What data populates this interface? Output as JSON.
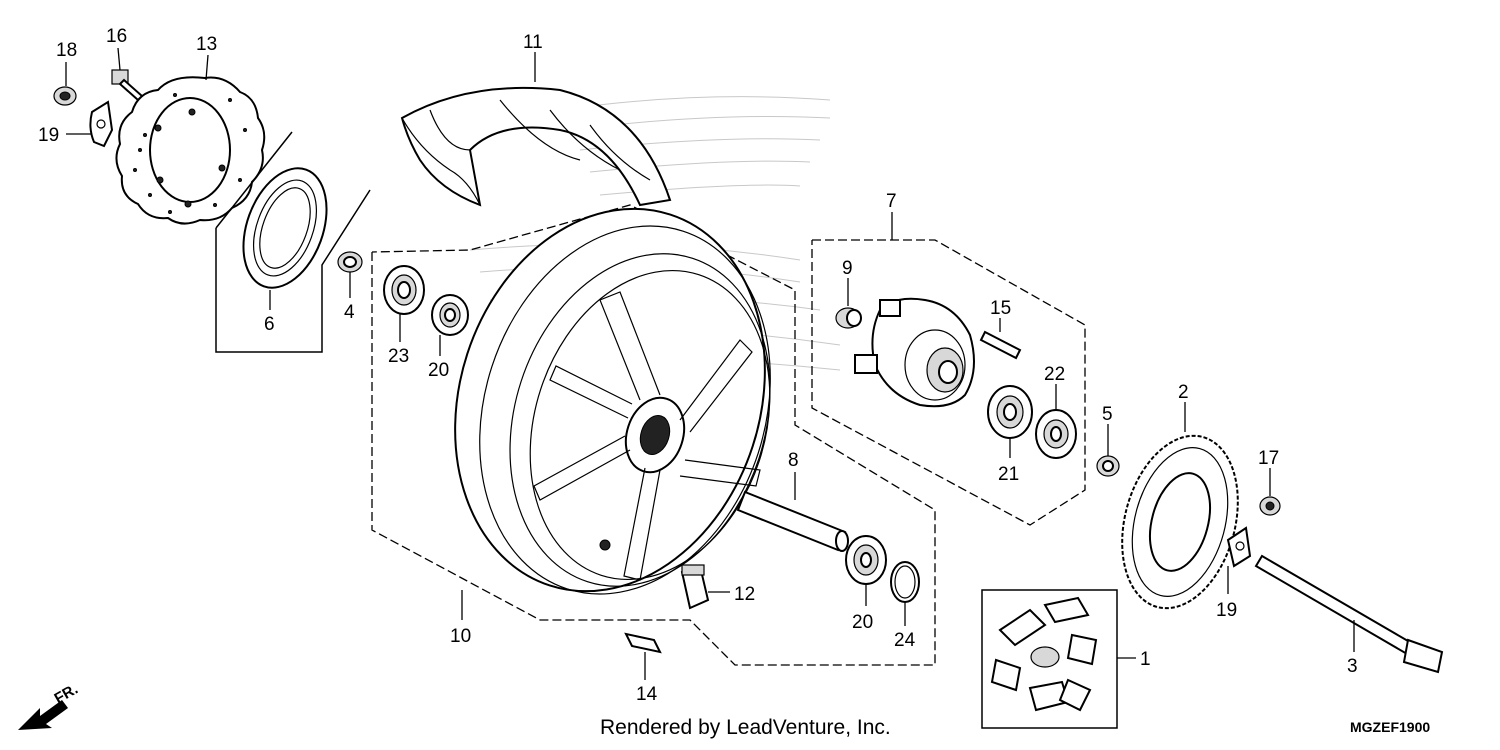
{
  "diagram": {
    "callouts": {
      "c18": "18",
      "c16": "16",
      "c13": "13",
      "c19a": "19",
      "c11": "11",
      "c6": "6",
      "c4": "4",
      "c23": "23",
      "c20a": "20",
      "c7": "7",
      "c9": "9",
      "c15": "15",
      "c22": "22",
      "c21": "21",
      "c5": "5",
      "c2": "2",
      "c17": "17",
      "c8": "8",
      "c19b": "19",
      "c12": "12",
      "c20b": "20",
      "c24": "24",
      "c10": "10",
      "c1": "1",
      "c3": "3",
      "c14": "14"
    },
    "direction_label": "FR.",
    "credit": "Rendered by LeadVenture, Inc.",
    "diagram_code": "MGZEF1900"
  }
}
